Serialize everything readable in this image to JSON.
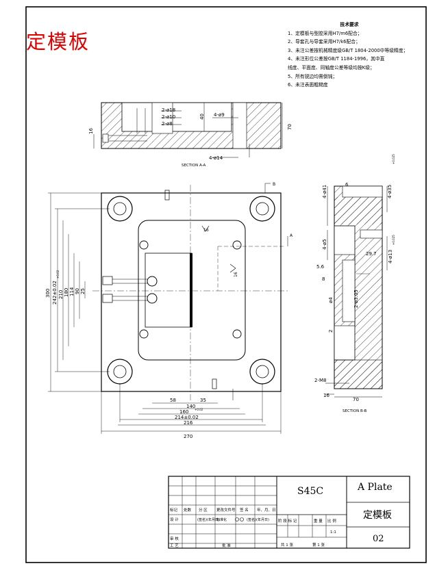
{
  "stamp": "定模板",
  "notes": {
    "title": "技术要求",
    "items": [
      "1、定模板与型腔采用H7/m6配合；",
      "2、导套孔与导套采用H7/k6配合；",
      "3、未注公差按机械精度级GB/T 1804-2000中等级精度；",
      "4、未注形位公差按GB/T 1184-1996，其中直",
      "   线度、平面度、同轴度公差等级均按K级；",
      "5、所有锐边均需倒钝；",
      "6、未注表面粗糙度"
    ]
  },
  "section_aa": {
    "label": "SECTION A-A",
    "d1": "2-ø18",
    "d2": "2-ø10",
    "d3": "2-ø8",
    "d4": "4-ø9",
    "d5": "4-ø14",
    "h40": "40",
    "h16": "16",
    "h70": "70"
  },
  "plan": {
    "dims_h": [
      "140",
      "58",
      "35",
      "160",
      "214±0.02",
      "216",
      "270"
    ],
    "dims_h_tol": "+0.02",
    "dims_v": [
      "300",
      "242±0.02",
      "210",
      "180",
      "114",
      "90",
      "25"
    ],
    "dims_v_tol": "+0.02",
    "rough_16a": "16",
    "rough_16b": "16",
    "mark_a": "A",
    "mark_b": "B"
  },
  "section_bb": {
    "label": "SECTION B-B",
    "d41": "4-ø41",
    "d6": "6",
    "d35": "4-ø35",
    "d35_tol": "+0.025",
    "d5": "4-ø5",
    "d_depth": "29.7",
    "d_fit": "4-ø13",
    "d_fit_tol": "+0.025",
    "d56": "5.6",
    "d8": "8",
    "d4": "ø4",
    "d305": "2-ø3.05",
    "d2": "2",
    "m8": "2-M8",
    "h16": "16",
    "h70": "70"
  },
  "title_block": {
    "material": "S45C",
    "name_en": "A Plate",
    "name_cn": "定模板",
    "drawing_no": "02",
    "scale": "1:1",
    "sheet_total": "共 1 张",
    "sheet_no": "第 1 张",
    "row_labels": [
      "标记",
      "处数",
      "分 区",
      "更改文件号",
      "签 名",
      "年、月、日"
    ],
    "design": "设 计",
    "std": "(签名)(年月日)",
    "stdz": "标准化",
    "sign_b": "(签名)",
    "date_b": "(年月日)",
    "check": "审 核",
    "craft": "工 艺",
    "approve": "批 准",
    "stage_labels": [
      "阶 段 标 记",
      "重 量",
      "比 例"
    ]
  }
}
